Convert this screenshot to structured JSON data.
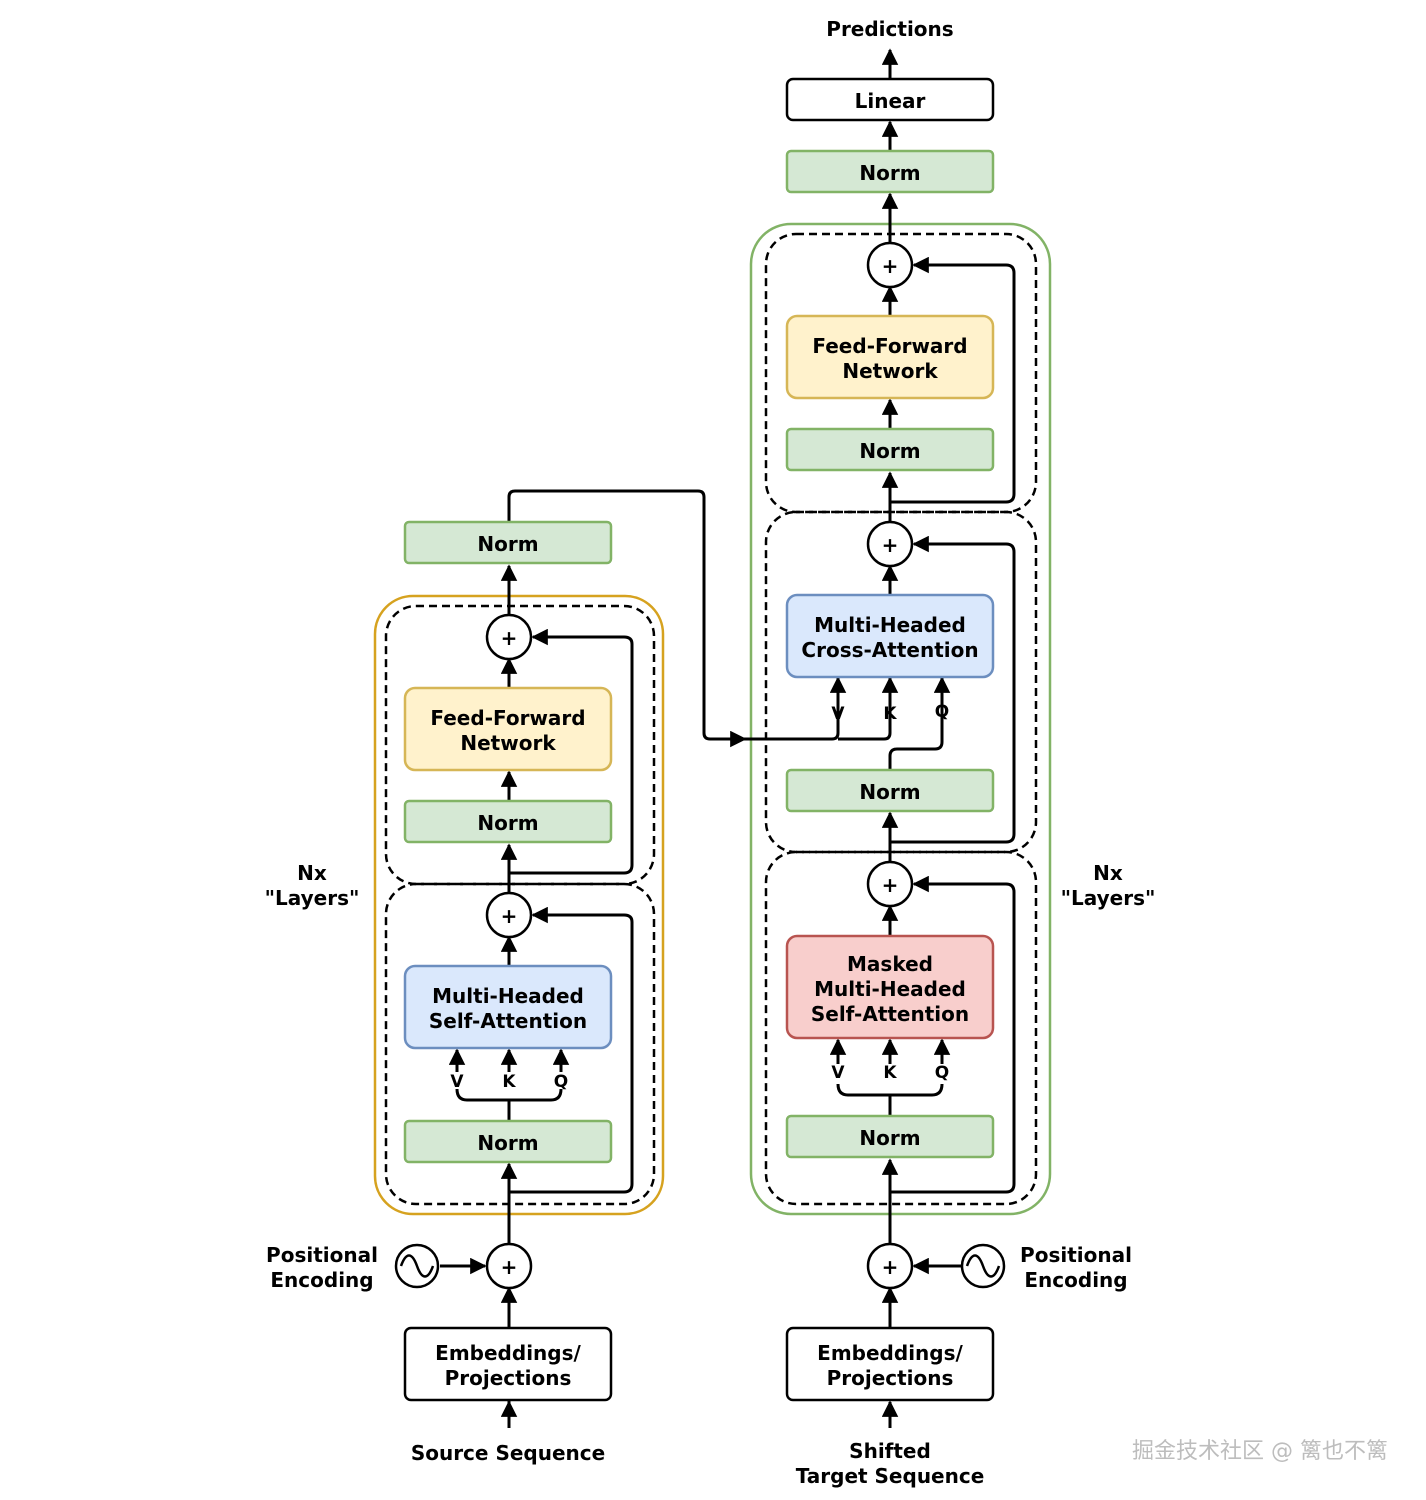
{
  "labels": {
    "predictions": "Predictions",
    "linear": "Linear",
    "norm": "Norm",
    "feed_forward_1": "Feed-Forward",
    "feed_forward_2": "Network",
    "cross_attn_1": "Multi-Headed",
    "cross_attn_2": "Cross-Attention",
    "self_attn_1": "Multi-Headed",
    "self_attn_2": "Self-Attention",
    "masked_1": "Masked",
    "masked_2": "Multi-Headed",
    "masked_3": "Self-Attention",
    "v": "V",
    "k": "K",
    "q": "Q",
    "nx_1": "Nx",
    "nx_2": "\"Layers\"",
    "pos_enc_1": "Positional",
    "pos_enc_2": "Encoding",
    "embed_1": "Embeddings/",
    "embed_2": "Projections",
    "source_sequence": "Source Sequence",
    "shifted_1": "Shifted",
    "shifted_2": "Target Sequence",
    "plus": "+",
    "watermark": "掘金技术社区 @ 篱也不篱"
  },
  "colors": {
    "norm_fill": "#d5e8d4",
    "ff_fill": "#fff2cc",
    "attn_fill": "#dae8fc",
    "masked_fill": "#f8cecc",
    "encoder_border": "#d6a21f",
    "decoder_border": "#82b366"
  }
}
